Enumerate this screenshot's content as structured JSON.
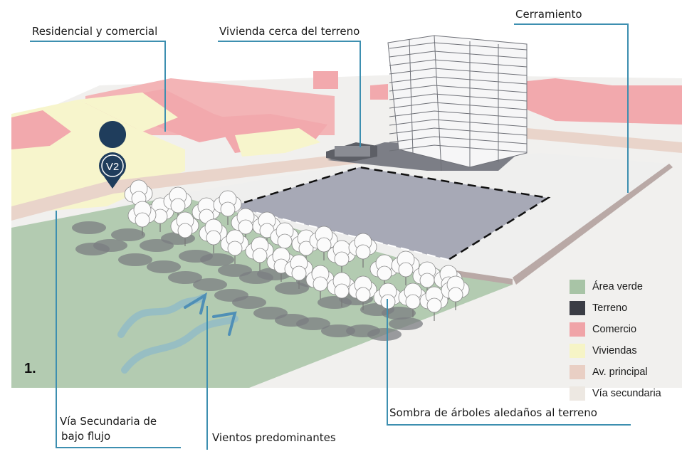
{
  "figure_number": "1.",
  "pin": {
    "label": "V2"
  },
  "labels": {
    "residencial": "Residencial y comercial",
    "vivienda": "Vivienda cerca del terreno",
    "cerramiento": "Cerramiento",
    "via_line1": "Vía Secundaria de",
    "via_line2": "bajo flujo",
    "vientos": "Vientos predominantes",
    "sombra": "Sombra de árboles aledaños al terreno"
  },
  "legend": [
    {
      "label": "Área verde",
      "color": "#a8c4a6"
    },
    {
      "label": "Terreno",
      "color": "#3b3d45"
    },
    {
      "label": "Comercio",
      "color": "#f0a4a8"
    },
    {
      "label": "Viviendas",
      "color": "#f6f4c6"
    },
    {
      "label": "Av. principal",
      "color": "#e9cfc4"
    },
    {
      "label": "Vía secundaria",
      "color": "#ede8e2"
    }
  ],
  "colors": {
    "leader": "#3d8fb0",
    "pin": "#1f3d5c",
    "terreno_fill": "#a7a9b6",
    "wind": "#5a9ec2"
  }
}
